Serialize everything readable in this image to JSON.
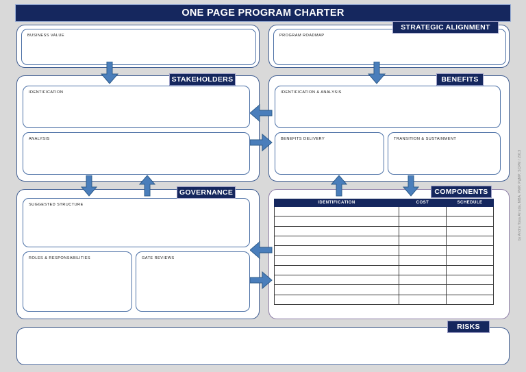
{
  "title": "ONE PAGE PROGRAM CHARTER",
  "credit": "by Andre Tosa Arruda, MBA, PMP, PgMP, SCPM / 2013",
  "sections": {
    "strategic_alignment": {
      "tag": "STRATEGIC ALIGNMENT",
      "fields": [
        {
          "label": "BUSINESS VALUE"
        },
        {
          "label": "PROGRAM ROADMAP"
        }
      ]
    },
    "stakeholders": {
      "tag": "STAKEHOLDERS",
      "fields": [
        {
          "label": "IDENTIFICATION"
        },
        {
          "label": "ANALYSIS"
        }
      ]
    },
    "benefits": {
      "tag": "BENEFITS",
      "fields": [
        {
          "label": "IDENTIFICATION & ANALYSIS"
        },
        {
          "label": "BENEFITS DELIVERY"
        },
        {
          "label": "TRANSITION & SUSTAINMENT"
        }
      ]
    },
    "governance": {
      "tag": "GOVERNANCE",
      "fields": [
        {
          "label": "SUGGESTED STRUCTURE"
        },
        {
          "label": "ROLES & RESPONSABILITIES"
        },
        {
          "label": "GATE REVIEWS"
        }
      ]
    },
    "components": {
      "tag": "COMPONENTS",
      "table": {
        "columns": [
          "IDENTIFICATION",
          "COST",
          "SCHEDULE"
        ],
        "rows": [
          [
            "",
            "",
            ""
          ],
          [
            "",
            "",
            ""
          ],
          [
            "",
            "",
            ""
          ],
          [
            "",
            "",
            ""
          ],
          [
            "",
            "",
            ""
          ],
          [
            "",
            "",
            ""
          ],
          [
            "",
            "",
            ""
          ],
          [
            "",
            "",
            ""
          ],
          [
            "",
            "",
            ""
          ],
          [
            "",
            "",
            ""
          ]
        ]
      }
    },
    "risks": {
      "tag": "RISKS",
      "fields": [
        {
          "label": ""
        }
      ]
    }
  },
  "colors": {
    "navy": "#15275e",
    "arrow_blue": "#4a7ebb",
    "arrow_border": "#2e5c8a",
    "panel_border": "#3f5d92",
    "panel_border_purple": "#8f7fa8",
    "background": "#d9d9d9"
  },
  "icons": {
    "arrow_down": "arrow-down-icon",
    "arrow_up": "arrow-up-icon",
    "arrow_left": "arrow-left-icon",
    "arrow_right": "arrow-right-icon"
  }
}
